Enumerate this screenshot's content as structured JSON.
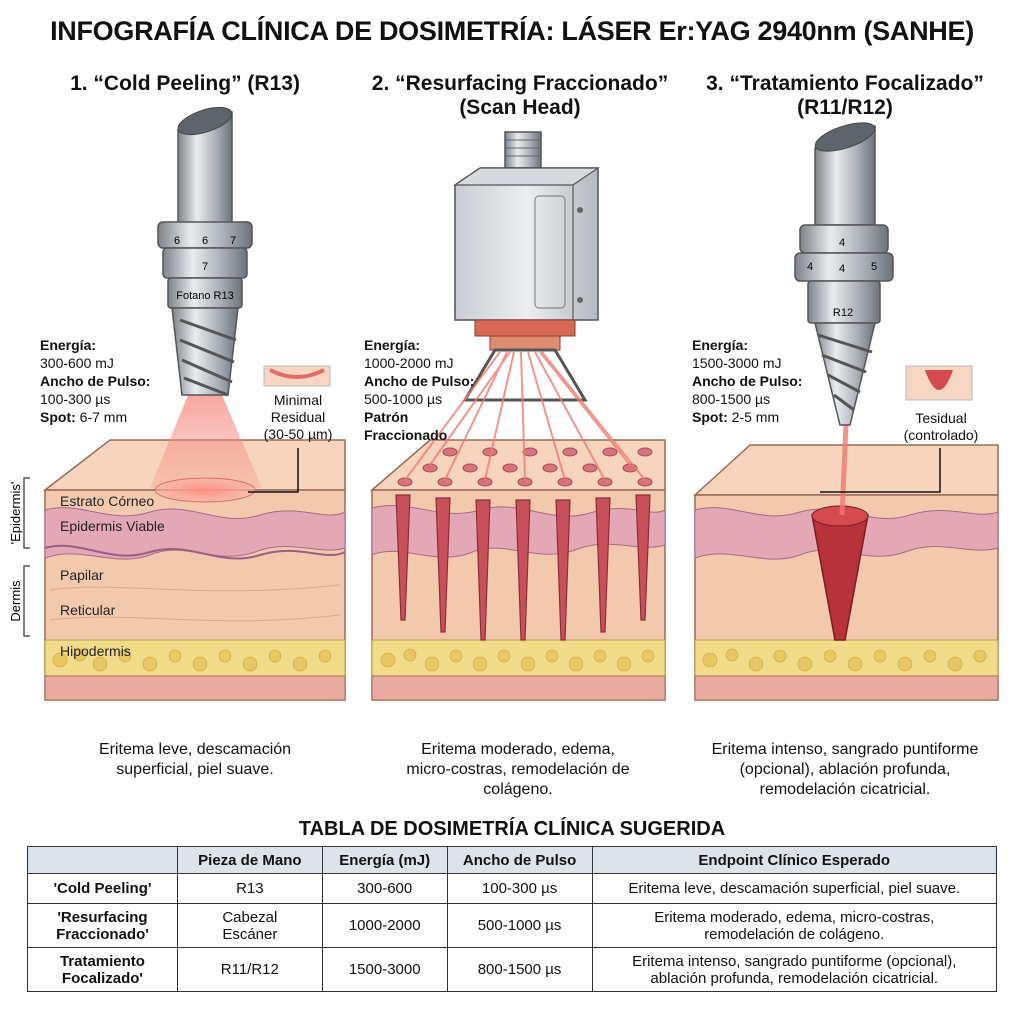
{
  "title": "INFOGRAFÍA CLÍNICA DE DOSIMETRÍA: LÁSER Er:YAG 2940nm (SANHE)",
  "colors": {
    "skin": "#f5cfb4",
    "epidermis": "#e3a7b6",
    "fat": "#f2dc8a",
    "laser": "#f07a70",
    "metal": "#b9bec5",
    "table_header": "#dde3ea"
  },
  "panels": [
    {
      "title_lines": [
        "1. “Cold Peeling” (R13)"
      ],
      "handpiece": {
        "ring_numbers": [
          "6",
          "6",
          "7",
          "7"
        ],
        "label": "Fotano R13"
      },
      "specs": {
        "energy_label": "Energía:",
        "energy": "300-600 mJ",
        "pulse_label": "Ancho de Pulso:",
        "pulse": "100-300 µs",
        "spot_label": "Spot:",
        "spot": "6-7 mm"
      },
      "callout_lines": [
        "Minimal",
        "Residual",
        "(30-50 µm)"
      ],
      "layers": {
        "epidermis_group": "'Epidermis'",
        "dermis_group": "Dermis",
        "stratum": "Estrato Córneo",
        "viable": "Epidermis Viable",
        "papillary": "Papilar",
        "reticular": "Reticular",
        "hypodermis": "Hipodermis"
      },
      "outcome_lines": [
        "Eritema leve, descamación",
        "superficial, piel suave."
      ]
    },
    {
      "title_lines": [
        "2. “Resurfacing Fraccionado”",
        "(Scan Head)"
      ],
      "specs": {
        "energy_label": "Energía:",
        "energy": "1000-2000 mJ",
        "pulse_label": "Ancho de Pulso:",
        "pulse": "500-1000 µs",
        "pattern_line1": "Patrón",
        "pattern_line2": "Fraccionado"
      },
      "outcome_lines": [
        "Eritema moderado, edema,",
        "micro-costras, remodelación de",
        "colágeno."
      ]
    },
    {
      "title_lines": [
        "3. “Tratamiento Focalizado”",
        "(R11/R12)"
      ],
      "handpiece": {
        "ring_numbers": [
          "4",
          "4",
          "4",
          "5"
        ],
        "label": "R12"
      },
      "specs": {
        "energy_label": "Energía:",
        "energy": "1500-3000 mJ",
        "pulse_label": "Ancho de Pulso:",
        "pulse": "800-1500 µs",
        "spot_label": "Spot:",
        "spot": "2-5 mm"
      },
      "callout_lines": [
        "Tesidual",
        "(controlado)"
      ],
      "outcome_lines": [
        "Eritema intenso, sangrado puntiforme",
        "(opcional), ablación profunda,",
        "remodelación cicatricial."
      ]
    }
  ],
  "table": {
    "title": "TABLA DE DOSIMETRÍA CLÍNICA SUGERIDA",
    "headers": [
      "",
      "Pieza de Mano",
      "Energía (mJ)",
      "Ancho de Pulso",
      "Endpoint Clínico Esperado"
    ],
    "rows": [
      {
        "name_lines": [
          "'Cold Peeling'"
        ],
        "handpiece_lines": [
          "R13"
        ],
        "energy": "300-600",
        "pulse": "100-300 µs",
        "endpoint_lines": [
          "Eritema leve, descamación superficial, piel suave."
        ]
      },
      {
        "name_lines": [
          "'Resurfacing",
          "Fraccionado'"
        ],
        "handpiece_lines": [
          "Cabezal",
          "Escáner"
        ],
        "energy": "1000-2000",
        "pulse": "500-1000 µs",
        "endpoint_lines": [
          "Eritema moderado, edema, micro-costras,",
          "remodelación de colágeno."
        ]
      },
      {
        "name_lines": [
          "Tratamiento",
          "Focalizado'"
        ],
        "handpiece_lines": [
          "R11/R12"
        ],
        "energy": "1500-3000",
        "pulse": "800-1500 µs",
        "endpoint_lines": [
          "Eritema intenso, sangrado puntiforme (opcional),",
          "ablación profunda, remodelación cicatricial."
        ]
      }
    ]
  }
}
